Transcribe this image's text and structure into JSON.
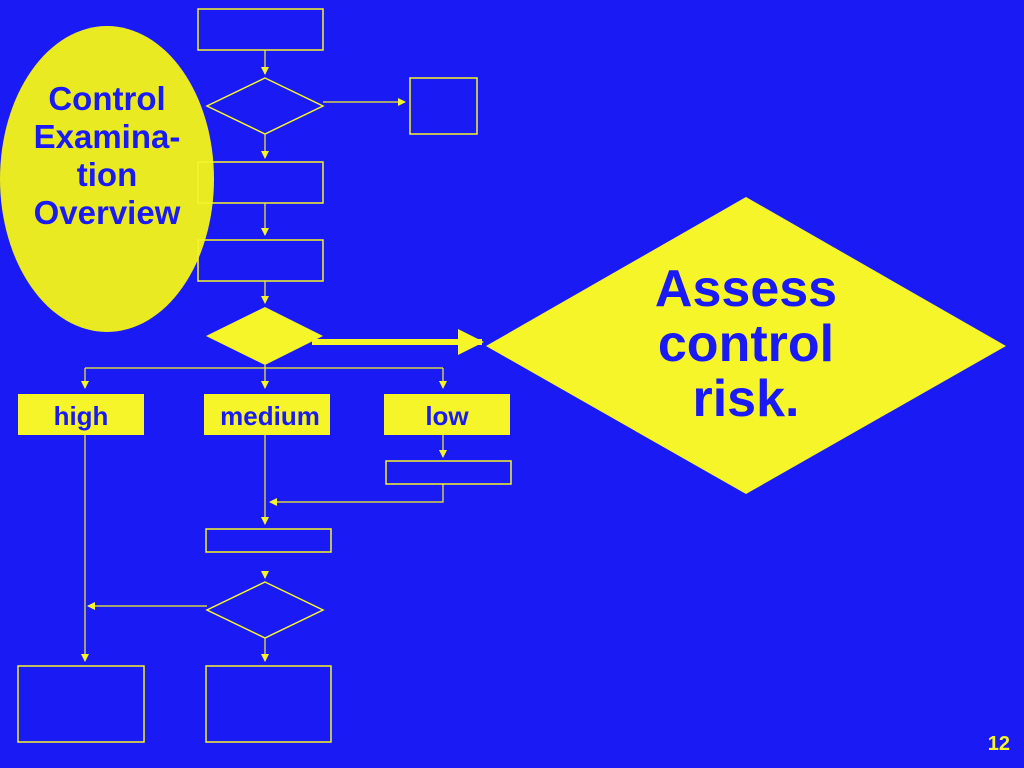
{
  "title": {
    "lines": [
      "Control",
      "Examina-",
      "tion",
      "Overview"
    ]
  },
  "assess": {
    "lines": [
      "Assess",
      "control",
      "risk."
    ]
  },
  "branches": {
    "high": "high",
    "medium": "medium",
    "low": "low"
  },
  "slide_number": "12",
  "colors": {
    "background": "#1a1af5",
    "shape_fill": "#f5f52a",
    "title_ellipse_fill": "#eaea22",
    "text": "#1a1af5",
    "outline": "#f5f52a"
  }
}
